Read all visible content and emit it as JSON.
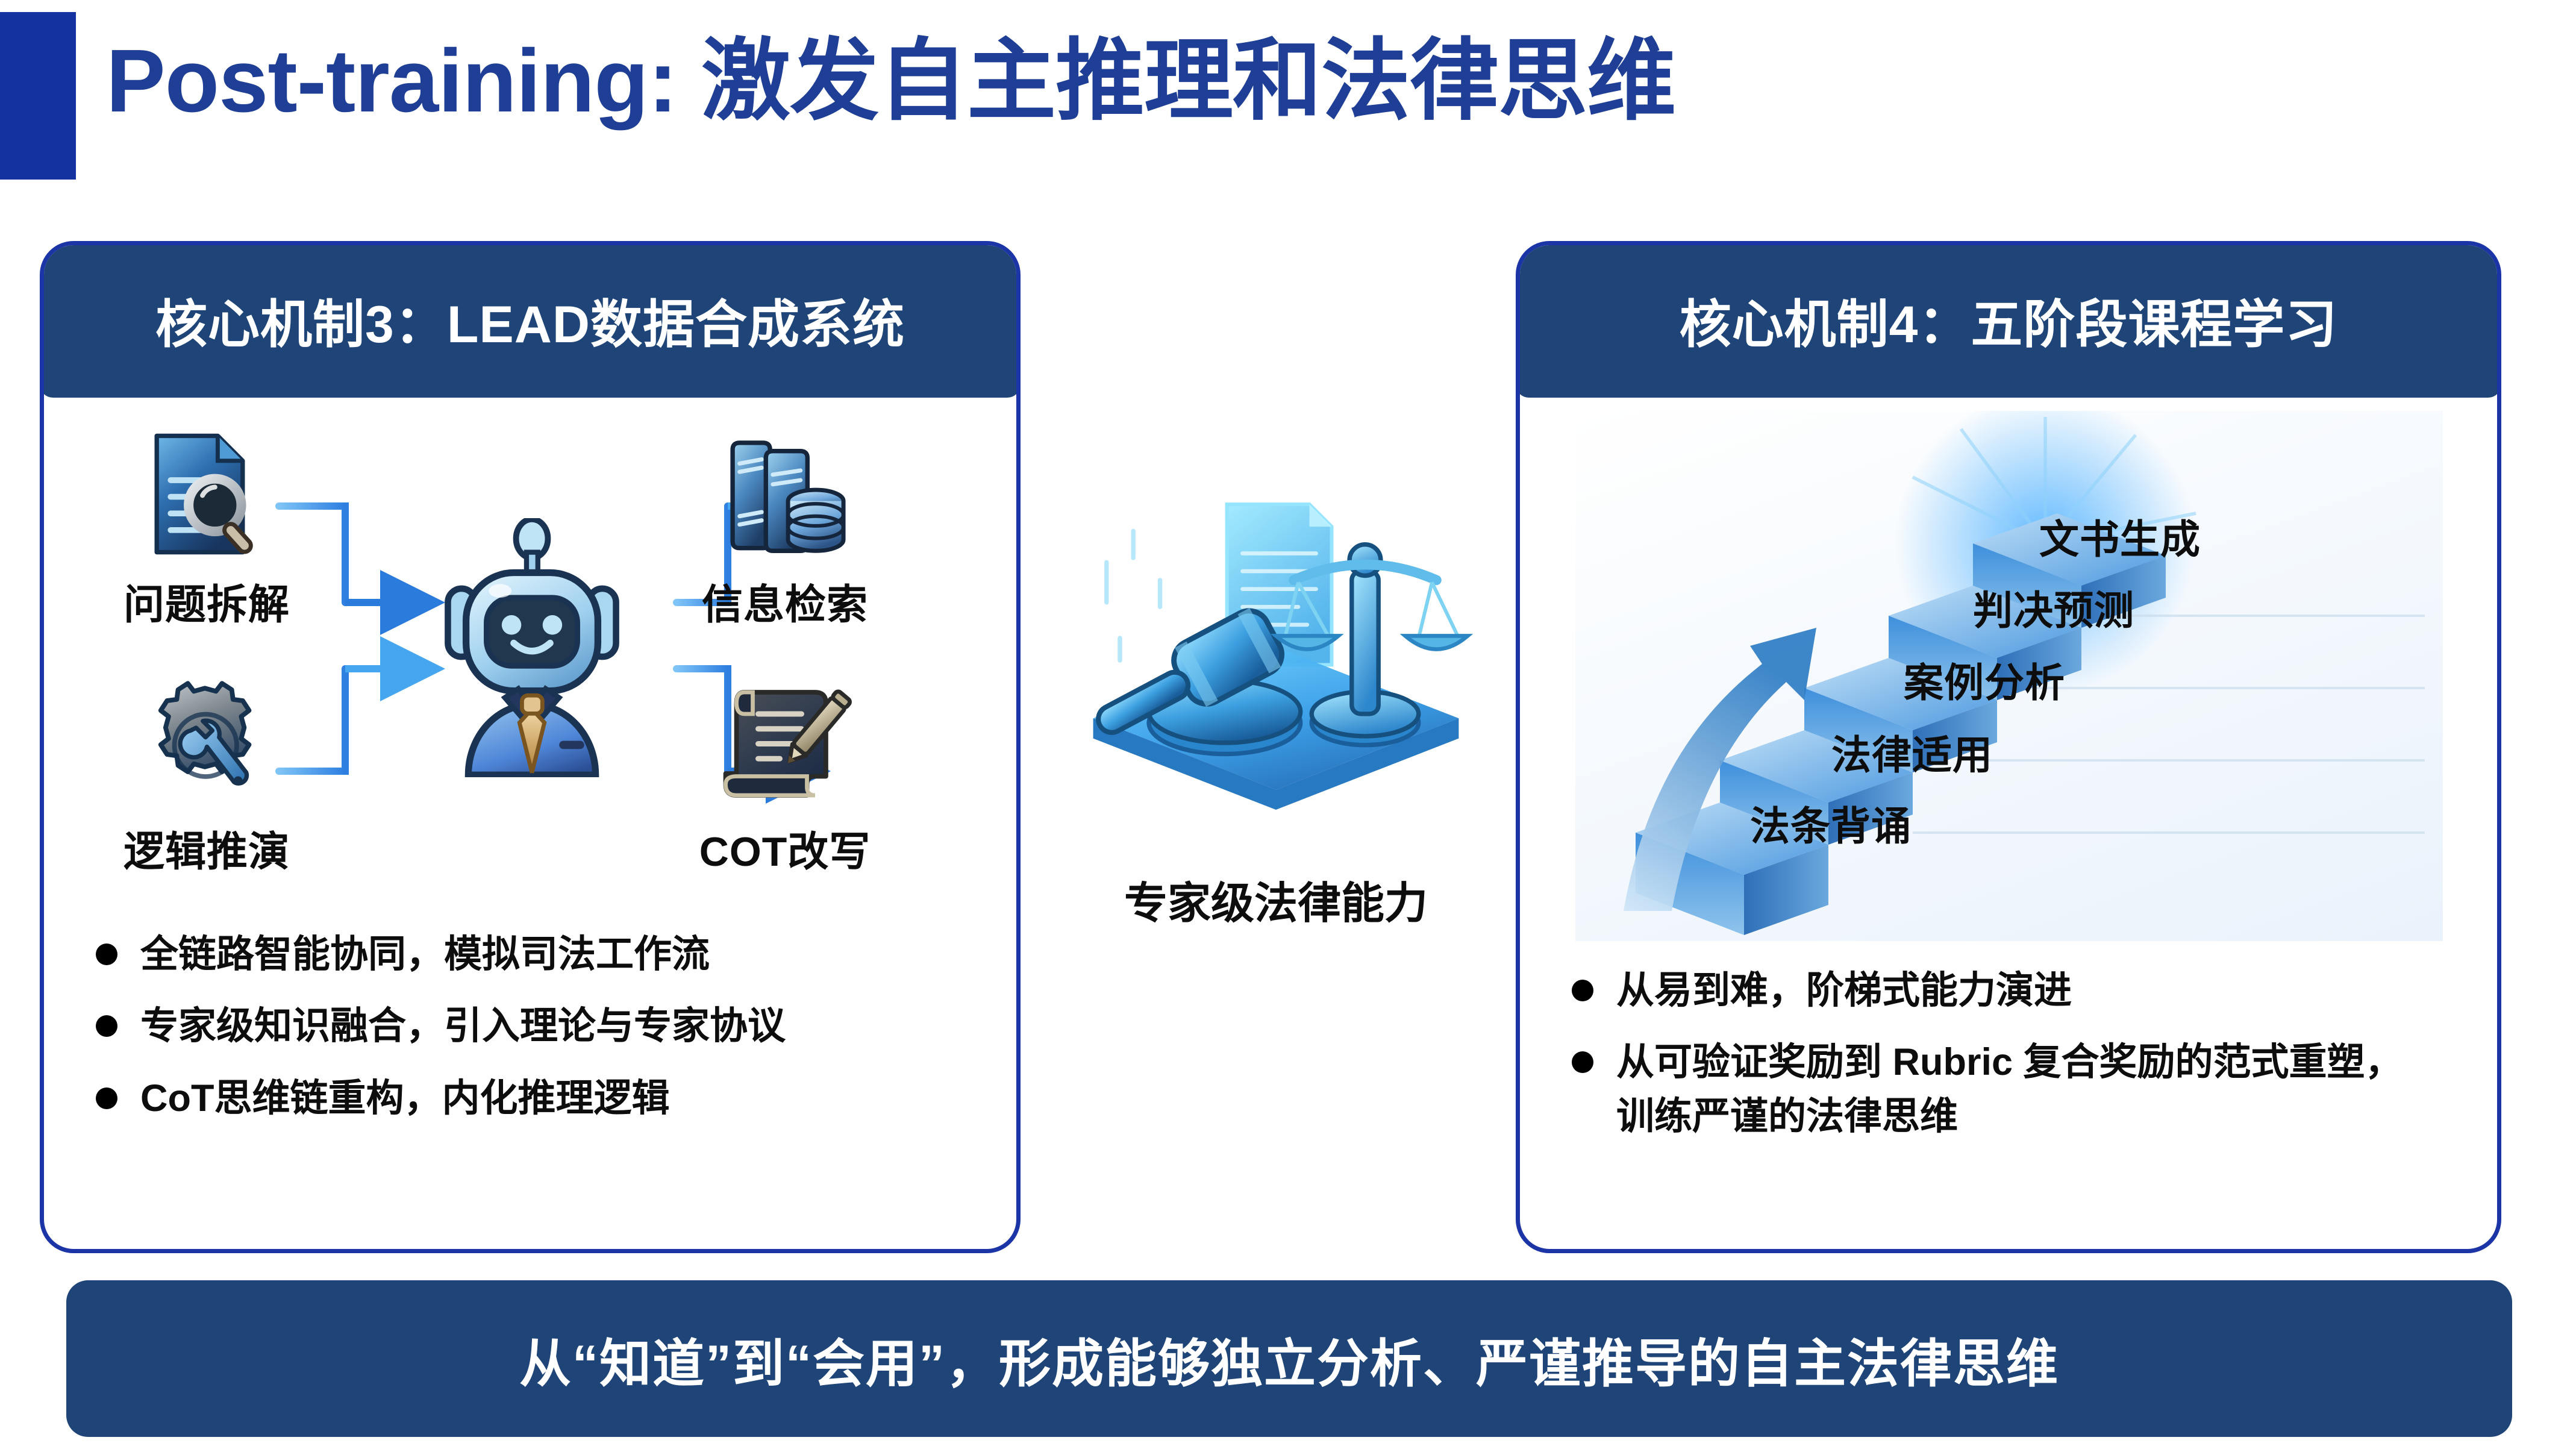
{
  "slide": {
    "title": "Post-training: 激发自主推理和法律思维",
    "accent_color": "#1433A0",
    "title_color": "#1F3F96",
    "header_bg": "#1F4578",
    "card_border": "#1B34A6"
  },
  "left_card": {
    "header": "核心机制3：LEAD数据合成系统",
    "diagram": {
      "nodes": [
        {
          "id": "decompose",
          "label": "问题拆解",
          "icon": "document-search-icon"
        },
        {
          "id": "logic",
          "label": "逻辑推演",
          "icon": "gear-wrench-icon"
        },
        {
          "id": "agent",
          "label": "",
          "icon": "robot-agent-icon"
        },
        {
          "id": "retrieve",
          "label": "信息检索",
          "icon": "books-database-icon"
        },
        {
          "id": "cot",
          "label": "COT改写",
          "icon": "scroll-pencil-icon"
        }
      ]
    },
    "bullets": [
      "全链路智能协同，模拟司法工作流",
      "专家级知识融合，引入理论与专家协议",
      "CoT思维链重构，内化推理逻辑"
    ]
  },
  "center": {
    "caption": "专家级法律能力",
    "icon": "gavel-scales-document-icon"
  },
  "right_card": {
    "header": "核心机制4：五阶段课程学习",
    "stages": [
      "文书生成",
      "判决预测",
      "案例分析",
      "法律适用",
      "法条背诵"
    ],
    "bullets": [
      "从易到难，阶梯式能力演进",
      "从可验证奖励到 Rubric 复合奖励的范式重塑，训练严谨的法律思维"
    ]
  },
  "banner": {
    "text": "从“知道”到“会用”，形成能够独立分析、严谨推导的自主法律思维"
  }
}
